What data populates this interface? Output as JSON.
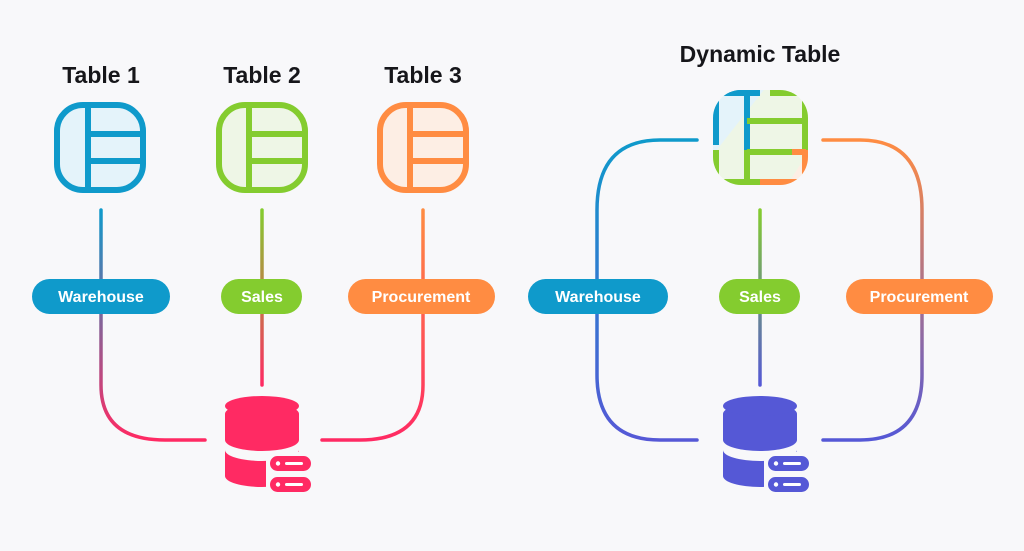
{
  "left_diagram": {
    "tables": [
      {
        "title": "Table 1",
        "color": "#0f9acb",
        "fill": "#e4f3fa",
        "icon": "table-icon"
      },
      {
        "title": "Table 2",
        "color": "#84cc2f",
        "fill": "#eef6e6",
        "icon": "table-icon"
      },
      {
        "title": "Table 3",
        "color": "#ff8c42",
        "fill": "#fdeee4",
        "icon": "table-icon"
      }
    ],
    "labels": [
      {
        "text": "Warehouse",
        "color": "#0f9acb"
      },
      {
        "text": "Sales",
        "color": "#84cc2f"
      },
      {
        "text": "Procurement",
        "color": "#ff8c42"
      }
    ],
    "database": {
      "icon": "database-icon",
      "color": "#ff2a63"
    }
  },
  "right_diagram": {
    "title": "Dynamic Table",
    "table": {
      "icon": "dynamic-table-icon",
      "colors": [
        "#0f9acb",
        "#84cc2f",
        "#ff8c42"
      ]
    },
    "labels": [
      {
        "text": "Warehouse",
        "color": "#0f9acb"
      },
      {
        "text": "Sales",
        "color": "#84cc2f"
      },
      {
        "text": "Procurement",
        "color": "#ff8c42"
      }
    ],
    "database": {
      "icon": "database-icon",
      "color": "#5558d6"
    }
  }
}
